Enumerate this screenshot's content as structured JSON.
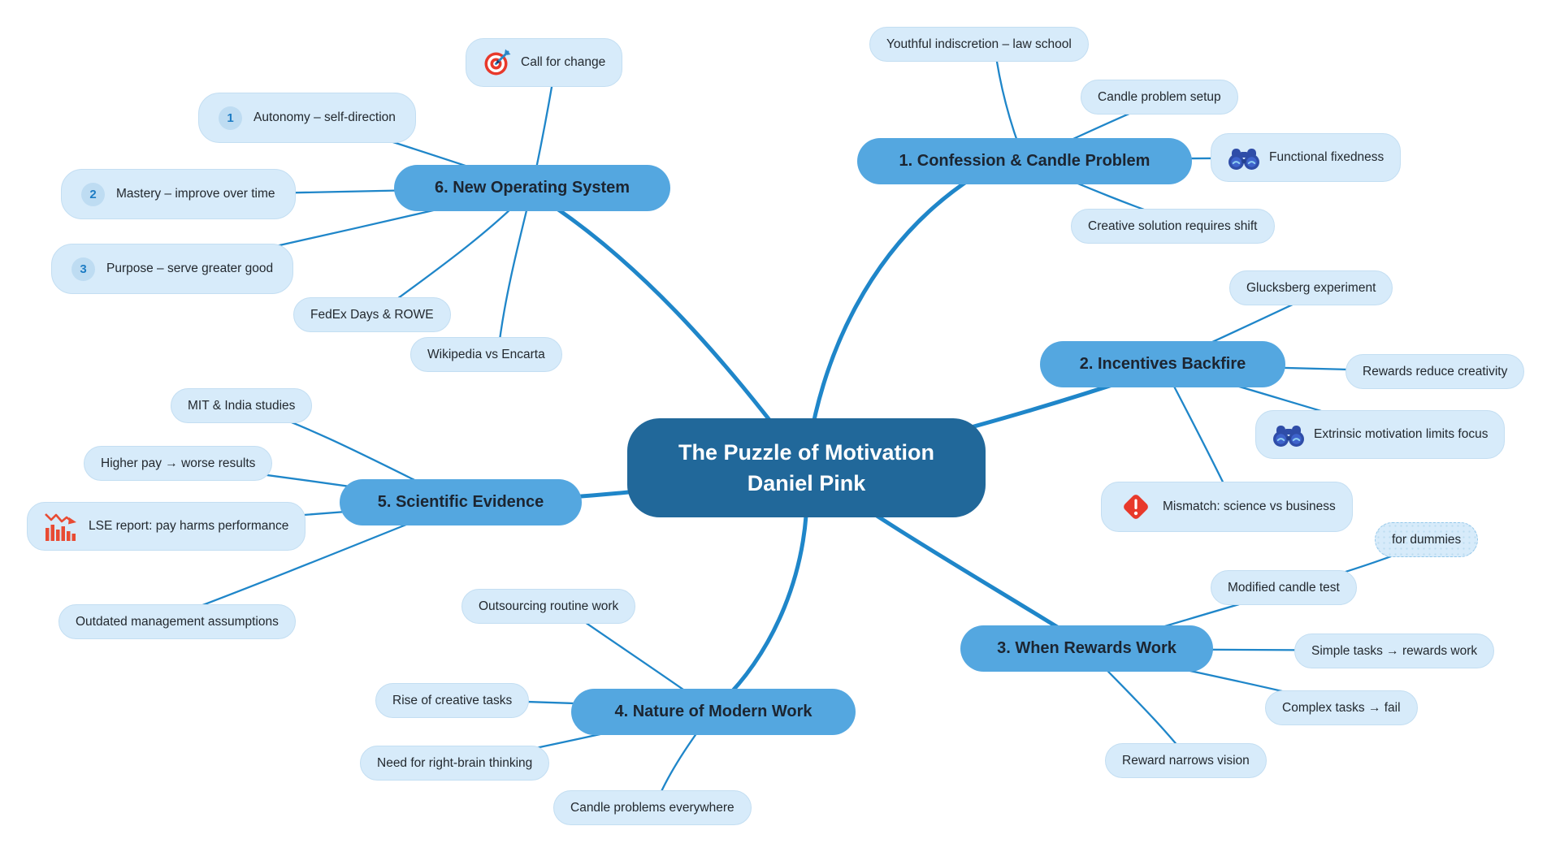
{
  "app": {
    "type": "mind-map"
  },
  "colors": {
    "background": "#ffffff",
    "central_fill": "#21689a",
    "central_text": "#ffffff",
    "branch_fill": "#54a7e0",
    "branch_text": "#1c2531",
    "leaf_fill": "#d7ebfa",
    "leaf_border": "#c3def2",
    "leaf_text": "#23292f",
    "badge_fill": "#bedcf2",
    "badge_text": "#1d7cc4",
    "connector": "#1f86c9",
    "warning_red": "#e8392b",
    "chart_red": "#e84b33",
    "binoculars_blue": "#2f4da8",
    "dart_blue": "#2a86c7"
  },
  "root": {
    "title": "The Puzzle of Motivation",
    "subtitle": "Daniel Pink"
  },
  "branches": [
    {
      "label": "1. Confession & Candle Problem",
      "children": [
        {
          "label": "Youthful indiscretion – law school"
        },
        {
          "label": "Candle problem setup"
        },
        {
          "label": "Functional fixedness",
          "icon": "binoculars"
        },
        {
          "label": "Creative solution requires shift"
        }
      ]
    },
    {
      "label": "2. Incentives Backfire",
      "children": [
        {
          "label": "Glucksberg experiment"
        },
        {
          "label": "Rewards reduce creativity"
        },
        {
          "label": "Extrinsic motivation limits focus",
          "icon": "binoculars"
        },
        {
          "label": "Mismatch: science vs business",
          "icon": "warning"
        }
      ]
    },
    {
      "label": "3. When Rewards Work",
      "children": [
        {
          "label": "Modified candle test",
          "children": [
            {
              "label": "for dummies"
            }
          ]
        },
        {
          "label": "Simple tasks → rewards work"
        },
        {
          "label": "Complex tasks → fail"
        },
        {
          "label": "Reward narrows vision"
        }
      ]
    },
    {
      "label": "4. Nature of Modern Work",
      "children": [
        {
          "label": "Outsourcing routine work"
        },
        {
          "label": "Rise of creative tasks"
        },
        {
          "label": "Need for right-brain thinking"
        },
        {
          "label": "Candle problems everywhere"
        }
      ]
    },
    {
      "label": "5. Scientific Evidence",
      "children": [
        {
          "label": "MIT & India studies"
        },
        {
          "label": "Higher pay → worse results"
        },
        {
          "label": "LSE report: pay harms performance",
          "icon": "declining-chart"
        },
        {
          "label": "Outdated management assumptions"
        }
      ]
    },
    {
      "label": "6. New Operating System",
      "children": [
        {
          "label": "Call for change",
          "icon": "target"
        },
        {
          "label": "Autonomy – self-direction",
          "badge": "1"
        },
        {
          "label": "Mastery – improve over time",
          "badge": "2"
        },
        {
          "label": "Purpose – serve greater good",
          "badge": "3"
        },
        {
          "label": "FedEx Days & ROWE"
        },
        {
          "label": "Wikipedia vs Encarta"
        }
      ]
    }
  ]
}
